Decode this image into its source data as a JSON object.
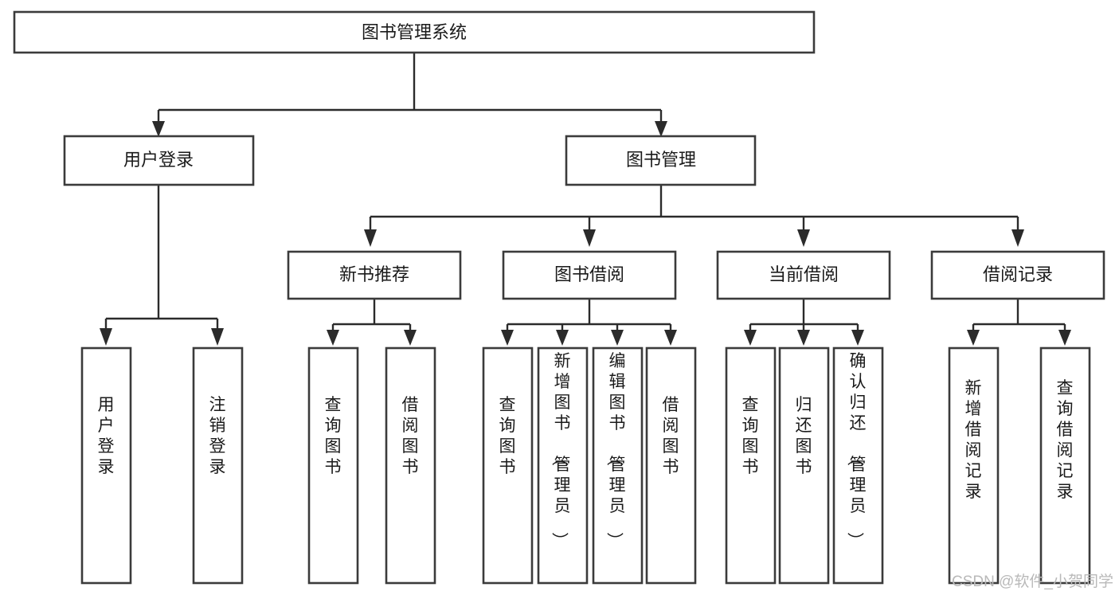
{
  "diagram": {
    "type": "tree",
    "title": "图书管理系统",
    "orientation": "top-down",
    "colors": {
      "box_stroke": "#3b3b3b",
      "box_fill": "#ffffff",
      "connector": "#2b2b2b",
      "text": "#1a1a1a",
      "background": "#ffffff",
      "watermark": "#b9b9b9"
    },
    "levels": {
      "root": {
        "label": "图书管理系统"
      },
      "level2": [
        {
          "label": "用户登录"
        },
        {
          "label": "图书管理"
        }
      ],
      "level3": [
        {
          "label": "新书推荐"
        },
        {
          "label": "图书借阅"
        },
        {
          "label": "当前借阅"
        },
        {
          "label": "借阅记录"
        }
      ],
      "level4": [
        {
          "label": "用户登录",
          "parent": "用户登录"
        },
        {
          "label": "注销登录",
          "parent": "用户登录"
        },
        {
          "label": "查询图书",
          "parent": "新书推荐"
        },
        {
          "label": "借阅图书",
          "parent": "新书推荐"
        },
        {
          "label": "查询图书",
          "parent": "图书借阅"
        },
        {
          "label": "新增图书（管理员）",
          "parent": "图书借阅"
        },
        {
          "label": "编辑图书（管理员）",
          "parent": "图书借阅"
        },
        {
          "label": "借阅图书",
          "parent": "图书借阅"
        },
        {
          "label": "查询图书",
          "parent": "当前借阅"
        },
        {
          "label": "归还图书",
          "parent": "当前借阅"
        },
        {
          "label": "确认归还（管理员）",
          "parent": "当前借阅"
        },
        {
          "label": "新增借阅记录",
          "parent": "借阅记录"
        },
        {
          "label": "查询借阅记录",
          "parent": "借阅记录"
        }
      ]
    }
  },
  "watermark": {
    "text": "CSDN @软件_小贺同学"
  }
}
